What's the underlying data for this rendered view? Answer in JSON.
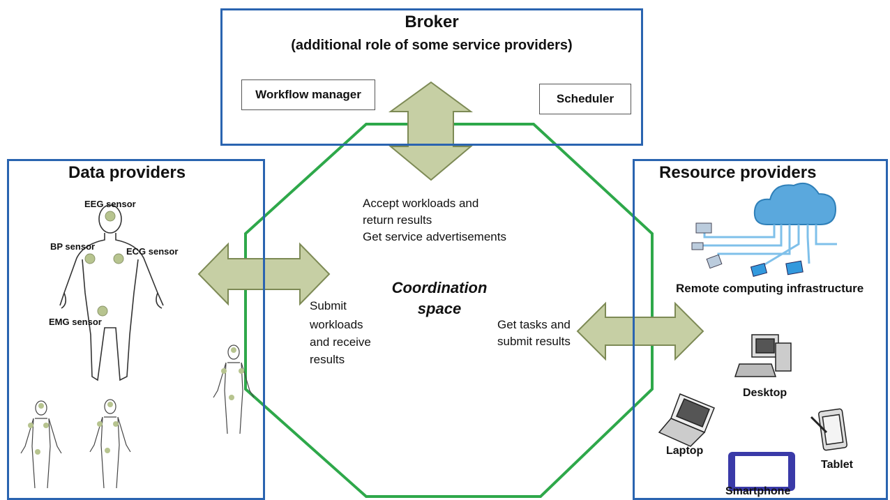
{
  "broker": {
    "title": "Broker",
    "subtitle": "(additional role of some service providers)",
    "workflow_manager": "Workflow manager",
    "scheduler": "Scheduler"
  },
  "data_providers": {
    "title": "Data providers",
    "sensors": {
      "eeg": "EEG sensor",
      "bp": "BP sensor",
      "ecg": "ECG sensor",
      "emg": "EMG sensor"
    }
  },
  "resource_providers": {
    "title": "Resource providers",
    "remote": "Remote computing infrastructure",
    "desktop": "Desktop",
    "laptop": "Laptop",
    "tablet": "Tablet",
    "smartphone": "Smartphone"
  },
  "coordination": {
    "line1": "Coordination",
    "line2": "space"
  },
  "flows": {
    "broker_line1": "Accept workloads and",
    "broker_line2": "return results",
    "broker_line3": "Get service advertisements",
    "data_line1": "Submit",
    "data_line2": "workloads",
    "data_line3": "and receive",
    "data_line4": "results",
    "resource_line1": "Get tasks and",
    "resource_line2": "submit results"
  },
  "colors": {
    "box_border": "#2a64b0",
    "octagon": "#2ea84a",
    "arrow_fill": "#c6cfa4",
    "arrow_stroke": "#7d8a55",
    "sensor_dot": "#b7c48f",
    "cloud": "#5aa8dd",
    "smartphone": "#3a3aa8"
  }
}
